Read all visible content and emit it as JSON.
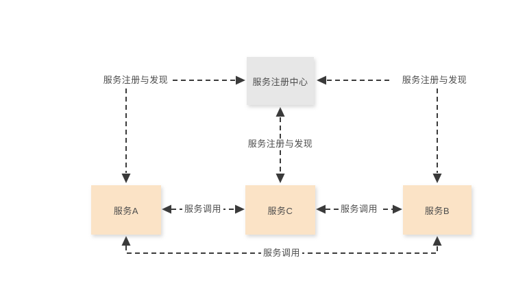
{
  "diagram": {
    "type": "architecture-diagram",
    "nodes": [
      {
        "id": "registry",
        "label": "服务注册中心",
        "role": "registry"
      },
      {
        "id": "serviceA",
        "label": "服务A",
        "role": "service"
      },
      {
        "id": "serviceC",
        "label": "服务C",
        "role": "service"
      },
      {
        "id": "serviceB",
        "label": "服务B",
        "role": "service"
      }
    ],
    "edges": [
      {
        "from": "serviceA",
        "to": "registry",
        "label": "服务注册与发现",
        "style": "dashed",
        "arrows": "both-ends"
      },
      {
        "from": "serviceB",
        "to": "registry",
        "label": "服务注册与发现",
        "style": "dashed",
        "arrows": "both-ends"
      },
      {
        "from": "serviceC",
        "to": "registry",
        "label": "服务注册与发现",
        "style": "dashed",
        "arrows": "both-ends"
      },
      {
        "from": "serviceA",
        "to": "serviceC",
        "label": "服务调用",
        "style": "dashed",
        "arrows": "both-ends"
      },
      {
        "from": "serviceC",
        "to": "serviceB",
        "label": "服务调用",
        "style": "dashed",
        "arrows": "both-ends"
      },
      {
        "from": "serviceA",
        "to": "serviceB",
        "label": "服务调用",
        "style": "dashed",
        "arrows": "both-ends",
        "route": "bottom"
      }
    ],
    "colors": {
      "background": "#ffffff",
      "registry_fill": "#e7e7e7",
      "service_fill": "#fbe3c6",
      "line": "#3a3a3a",
      "text": "#4c4c4c"
    }
  }
}
